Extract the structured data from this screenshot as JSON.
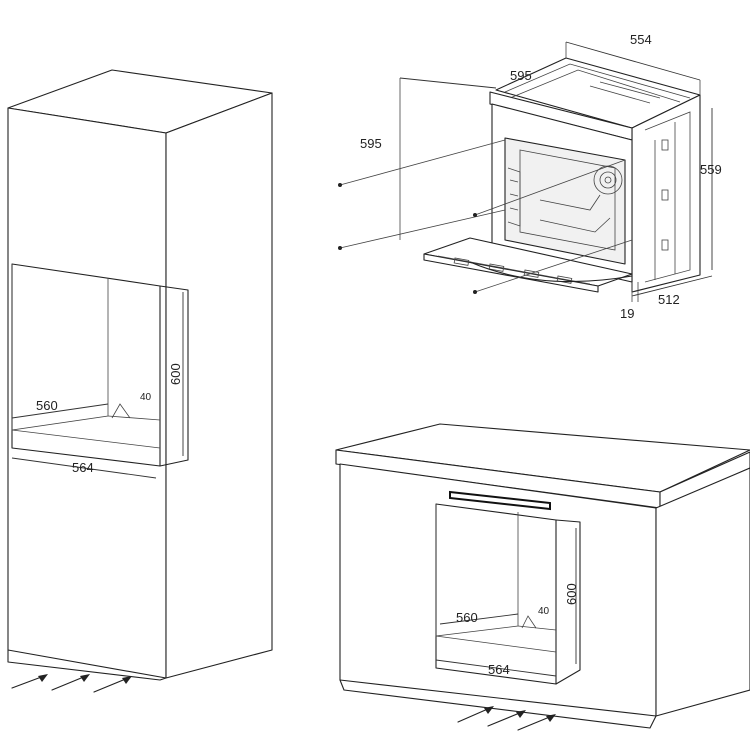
{
  "oven_dimensions": {
    "width": "595",
    "height": "595",
    "depth": "554",
    "side_height": "559",
    "body_depth": "512",
    "door_offset": "19"
  },
  "tall_cabinet_niche": {
    "width_inner": "560",
    "width_outer": "564",
    "height": "600",
    "gap": "40"
  },
  "under_counter_niche": {
    "width_inner": "560",
    "width_outer": "564",
    "height": "600",
    "gap": "40"
  }
}
